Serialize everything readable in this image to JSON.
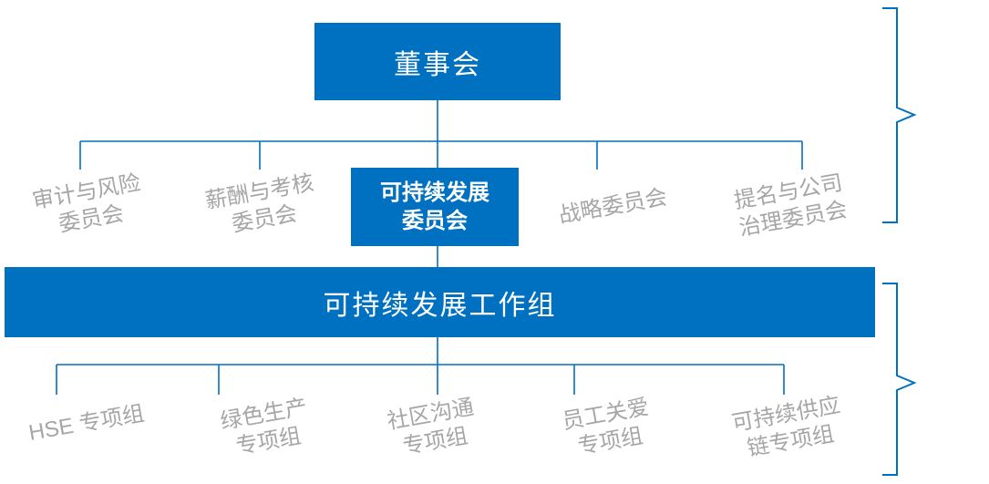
{
  "chart": {
    "board": "董事会",
    "committees": [
      {
        "line1": "审计与风险",
        "line2": "委员会"
      },
      {
        "line1": "薪酬与考核",
        "line2": "委员会"
      },
      {
        "line1": "可持续发展",
        "line2": "委员会"
      },
      {
        "line1": "战略委员会",
        "line2": ""
      },
      {
        "line1": "提名与公司",
        "line2": "治理委员会"
      }
    ],
    "working_group": "可持续发展工作组",
    "task_forces": [
      {
        "line1": "HSE 专项组",
        "line2": ""
      },
      {
        "line1": "绿色生产",
        "line2": "专项组"
      },
      {
        "line1": "社区沟通",
        "line2": "专项组"
      },
      {
        "line1": "员工关爱",
        "line2": "专项组"
      },
      {
        "line1": "可持续供应",
        "line2": "链专项组"
      }
    ],
    "colors": {
      "accent": "#0070C0",
      "line": "#0070C0",
      "muted_text": "#A6A6A6"
    }
  }
}
